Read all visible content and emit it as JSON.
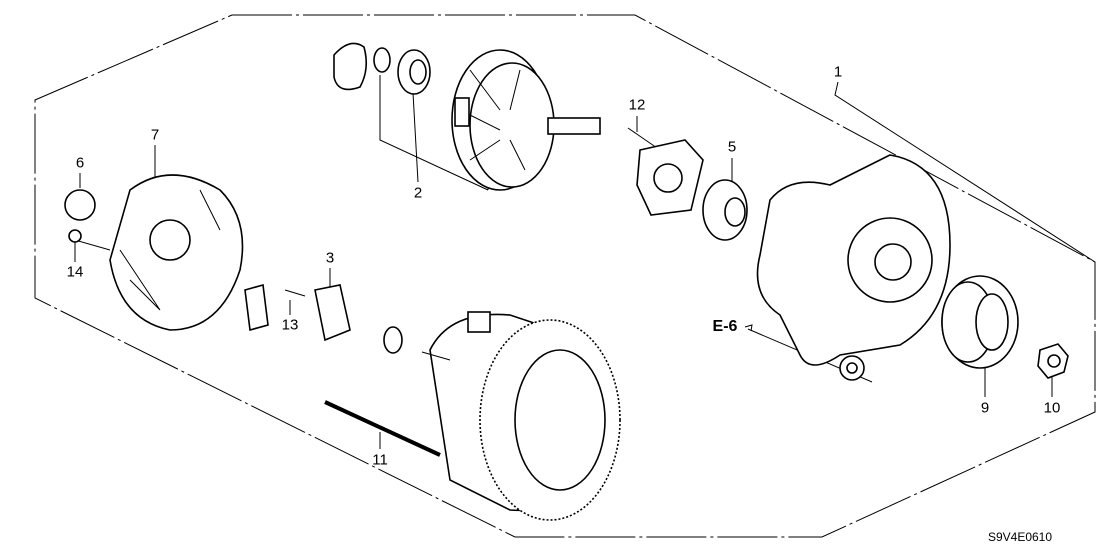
{
  "diagram": {
    "callouts": [
      {
        "id": "1",
        "label": "1"
      },
      {
        "id": "2",
        "label": "2"
      },
      {
        "id": "3",
        "label": "3"
      },
      {
        "id": "5",
        "label": "5"
      },
      {
        "id": "6",
        "label": "6"
      },
      {
        "id": "7",
        "label": "7"
      },
      {
        "id": "9",
        "label": "9"
      },
      {
        "id": "10",
        "label": "10"
      },
      {
        "id": "11",
        "label": "11"
      },
      {
        "id": "12",
        "label": "12"
      },
      {
        "id": "13",
        "label": "13"
      },
      {
        "id": "14",
        "label": "14"
      }
    ],
    "reference": "E-6",
    "diagram_code": "S9V4E0610"
  }
}
